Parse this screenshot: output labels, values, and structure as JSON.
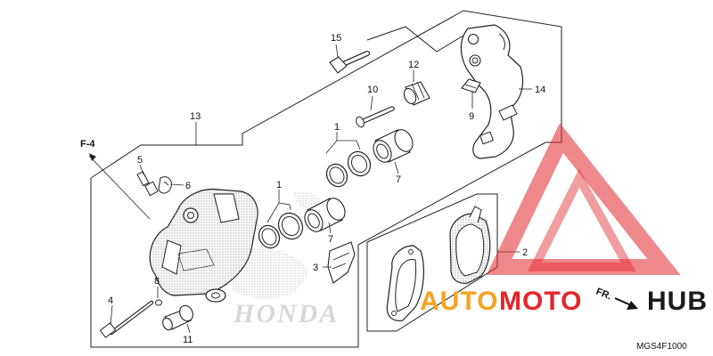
{
  "part_labels": {
    "p1a": "1",
    "p1b": "1",
    "p2": "2",
    "p3": "3",
    "p4": "4",
    "p5": "5",
    "p6": "6",
    "p7a": "7",
    "p7b": "7",
    "p8": "8",
    "p9": "9",
    "p10": "10",
    "p11": "11",
    "p12": "12",
    "p13": "13",
    "p14": "14",
    "p15": "15"
  },
  "direction": {
    "rear": "F-4",
    "front": "FR."
  },
  "brand_text": "HONDA",
  "drawing_code": "MGS4F1000",
  "watermark": {
    "word_1": "AUTO",
    "word_2": "MOTO",
    "word_3": "HUB",
    "colors": {
      "orange": "#f6a321",
      "red": "#e2262b",
      "dark": "#1b1b1b"
    }
  }
}
